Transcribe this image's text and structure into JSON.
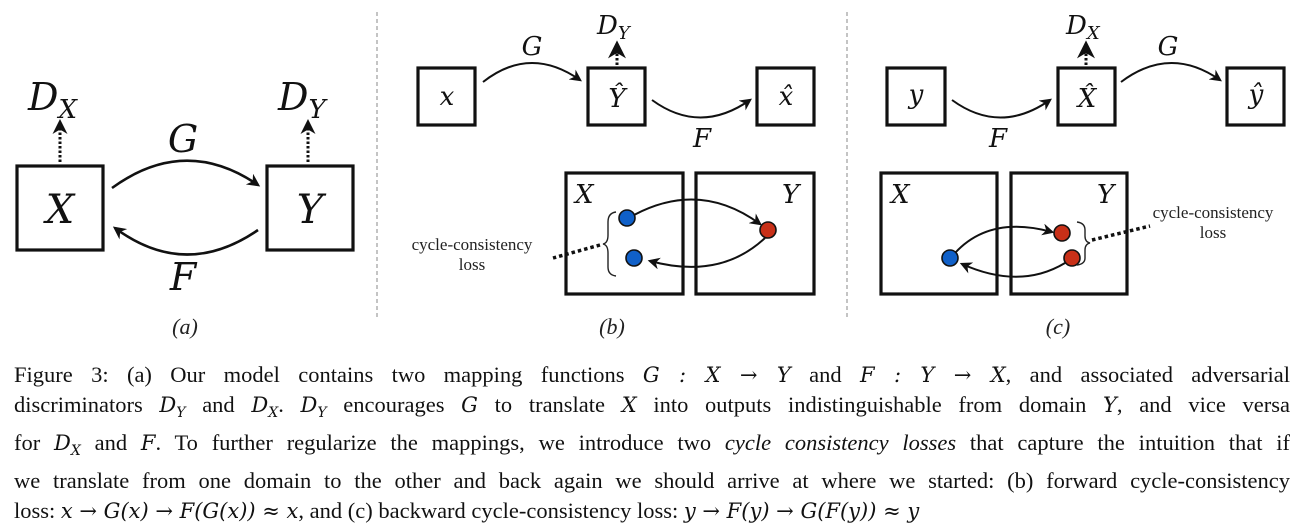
{
  "figure": {
    "panel_a": {
      "label": "(a)",
      "nodes": {
        "x": "X",
        "y": "Y"
      },
      "edges": {
        "forward": "G",
        "backward": "F"
      },
      "discriminators": {
        "dx": {
          "base": "D",
          "sub": "X"
        },
        "dy": {
          "base": "D",
          "sub": "Y"
        }
      }
    },
    "panel_b": {
      "label": "(b)",
      "chain": [
        "x",
        "Ŷ",
        "x̂"
      ],
      "edges": [
        "G",
        "F"
      ],
      "discriminator": {
        "base": "D",
        "sub": "Y"
      },
      "domains": {
        "left": "X",
        "right": "Y"
      },
      "loss_label": [
        "cycle-consistency",
        "loss"
      ],
      "dot_colors": {
        "source": "#1060c8",
        "target": "#c83018"
      }
    },
    "panel_c": {
      "label": "(c)",
      "chain": [
        "y",
        "X̂",
        "ŷ"
      ],
      "edges": [
        "F",
        "G"
      ],
      "discriminator": {
        "base": "D",
        "sub": "X"
      },
      "domains": {
        "left": "X",
        "right": "Y"
      },
      "loss_label": [
        "cycle-consistency",
        "loss"
      ],
      "dot_colors": {
        "source": "#1060c8",
        "target": "#c83018"
      }
    }
  },
  "caption": {
    "l1_a": "Figure 3: (a) Our model contains two mapping functions ",
    "l1_m1": "G : X → Y",
    "l1_b": " and ",
    "l1_m2": "F : Y → X",
    "l1_c": ", and associated adversarial",
    "l2_a": "discriminators ",
    "l2_b": " and ",
    "l2_c": ". ",
    "l2_d": " encourages ",
    "l2_m_g": "G",
    "l2_e": " to translate ",
    "l2_m_x": "X",
    "l2_f": " into outputs indistinguishable from domain ",
    "l2_m_y": "Y",
    "l2_g": ", and vice versa",
    "l3_a": "for ",
    "l3_b": " and ",
    "l3_m_f": "F",
    "l3_c": ". To further regularize the mappings, we introduce two ",
    "l3_em": "cycle consistency losses",
    "l3_d": " that capture the intuition that if",
    "l4": "we translate from one domain to the other and back again we should arrive at where we started: (b) forward cycle-consistency",
    "l5_a": "loss: ",
    "l5_m1": "x → G(x) → F(G(x)) ≈ x",
    "l5_b": ", and (c) backward cycle-consistency loss: ",
    "l5_m2": "y → F(y) → G(F(y)) ≈ y",
    "sym_D": "D",
    "sub_X": "X",
    "sub_Y": "Y"
  }
}
